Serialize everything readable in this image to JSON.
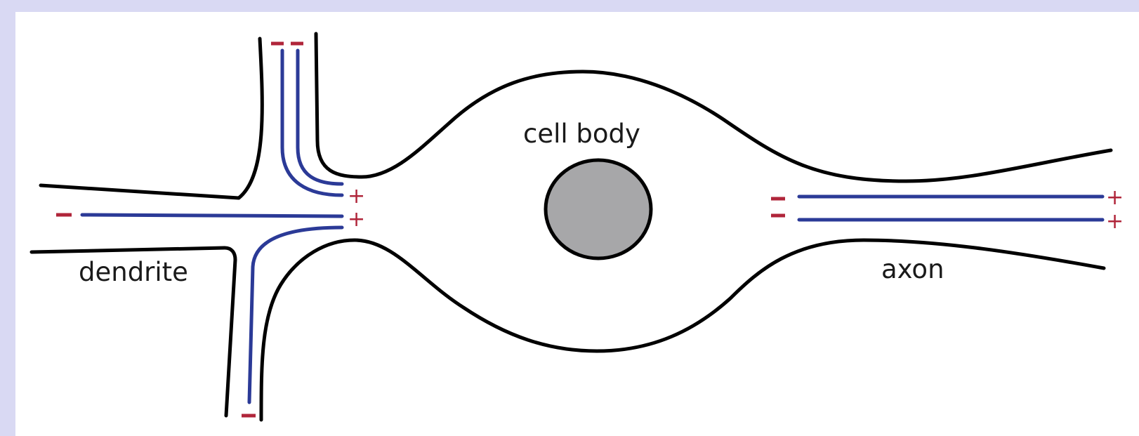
{
  "labels": {
    "cell_body": "cell body",
    "dendrite": "dendrite",
    "axon": "axon"
  },
  "charge_symbols": {
    "positive": "+"
  },
  "colors": {
    "background_border": "#d9d9f3",
    "membrane_outline": "#000000",
    "current_lines": "#2b3a97",
    "charge_marks": "#b0253a",
    "nucleus_fill": "#a7a7a9"
  }
}
